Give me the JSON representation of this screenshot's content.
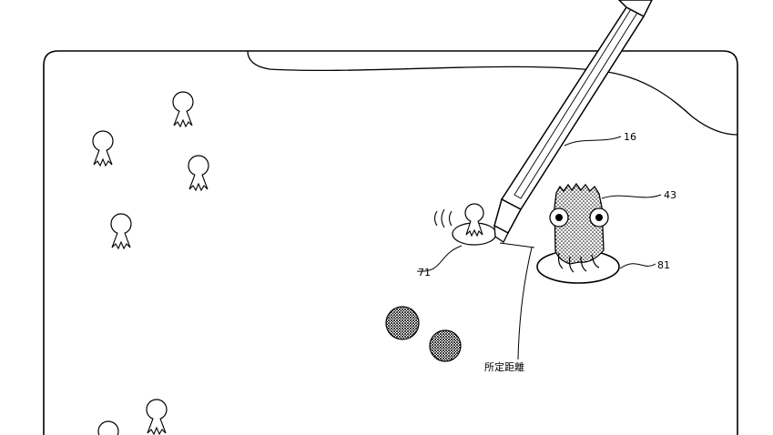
{
  "labels": {
    "pen_ref": "16",
    "monster_ref": "43",
    "touch_area_ref": "71",
    "monster_area_ref": "81",
    "distance_label": "所定距離"
  },
  "colors": {
    "line": "#000000",
    "background": "#ffffff"
  }
}
